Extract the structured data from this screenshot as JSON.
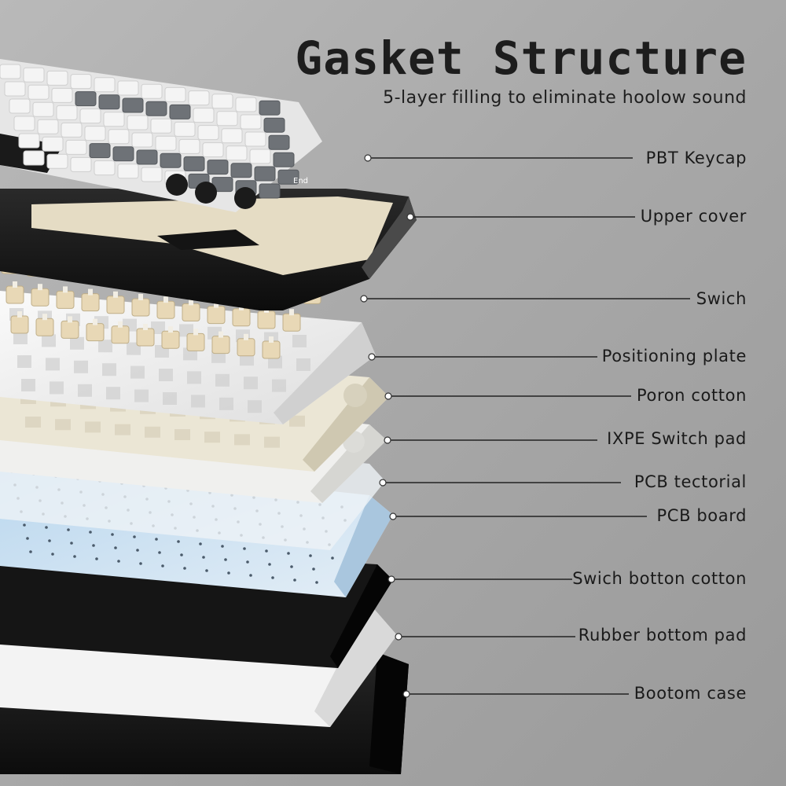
{
  "header": {
    "title": "Gasket Structure",
    "subtitle": "5-layer filling to eliminate hoolow sound"
  },
  "layers": [
    {
      "label": "PBT Keycap"
    },
    {
      "label": "Upper cover"
    },
    {
      "label": "Swich"
    },
    {
      "label": "Positioning plate"
    },
    {
      "label": "Poron cotton"
    },
    {
      "label": "IXPE Switch pad"
    },
    {
      "label": "PCB  tectorial"
    },
    {
      "label": "PCB board"
    },
    {
      "label": "Swich botton cotton"
    },
    {
      "label": "Rubber bottom pad"
    },
    {
      "label": "Bootom case"
    }
  ],
  "keycaps": {
    "end_label": "End"
  },
  "colors": {
    "background": "#aaaaaa",
    "case_black": "#161616",
    "keycap_white": "#efefef",
    "keycap_grey": "#6f7378",
    "switch_cream": "#e6d6b4",
    "plate_white": "#f2f2f0",
    "poron_cream": "#ece6d4",
    "pcb_blue": "#cfe3f2",
    "rubber_white": "#f4f4f4"
  }
}
